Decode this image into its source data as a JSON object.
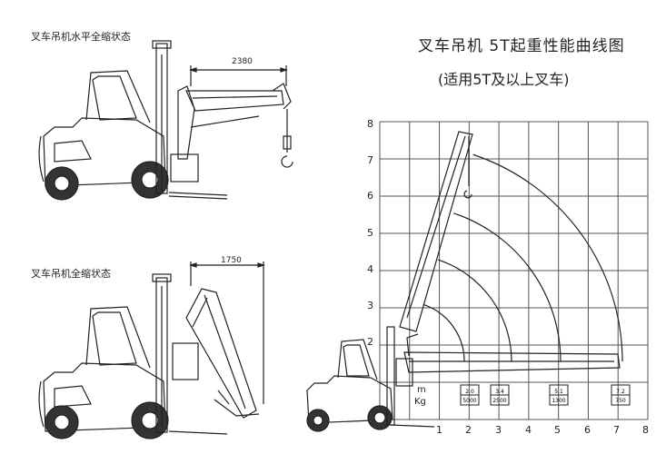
{
  "left": {
    "top_caption": "叉车吊机水平全缩状态",
    "top_dimension": "2380",
    "bottom_caption": "叉车吊机全缩状态",
    "bottom_dimension": "1750"
  },
  "chart": {
    "title_line1": "叉车吊机 5T起重性能曲线图",
    "title_line2": "(适用5T及以上叉车)",
    "y_ticks": [
      "8",
      "7",
      "6",
      "5",
      "4",
      "3",
      "2"
    ],
    "x_ticks": [
      "1",
      "2",
      "3",
      "4",
      "5",
      "6",
      "7",
      "8"
    ],
    "unit_m": "m",
    "unit_kg": "Kg",
    "load_table": [
      {
        "m": "2.0",
        "kg": "5000"
      },
      {
        "m": "3.4",
        "kg": "2500"
      },
      {
        "m": "5.1",
        "kg": "1300"
      },
      {
        "m": "7.2",
        "kg": "750"
      }
    ]
  }
}
